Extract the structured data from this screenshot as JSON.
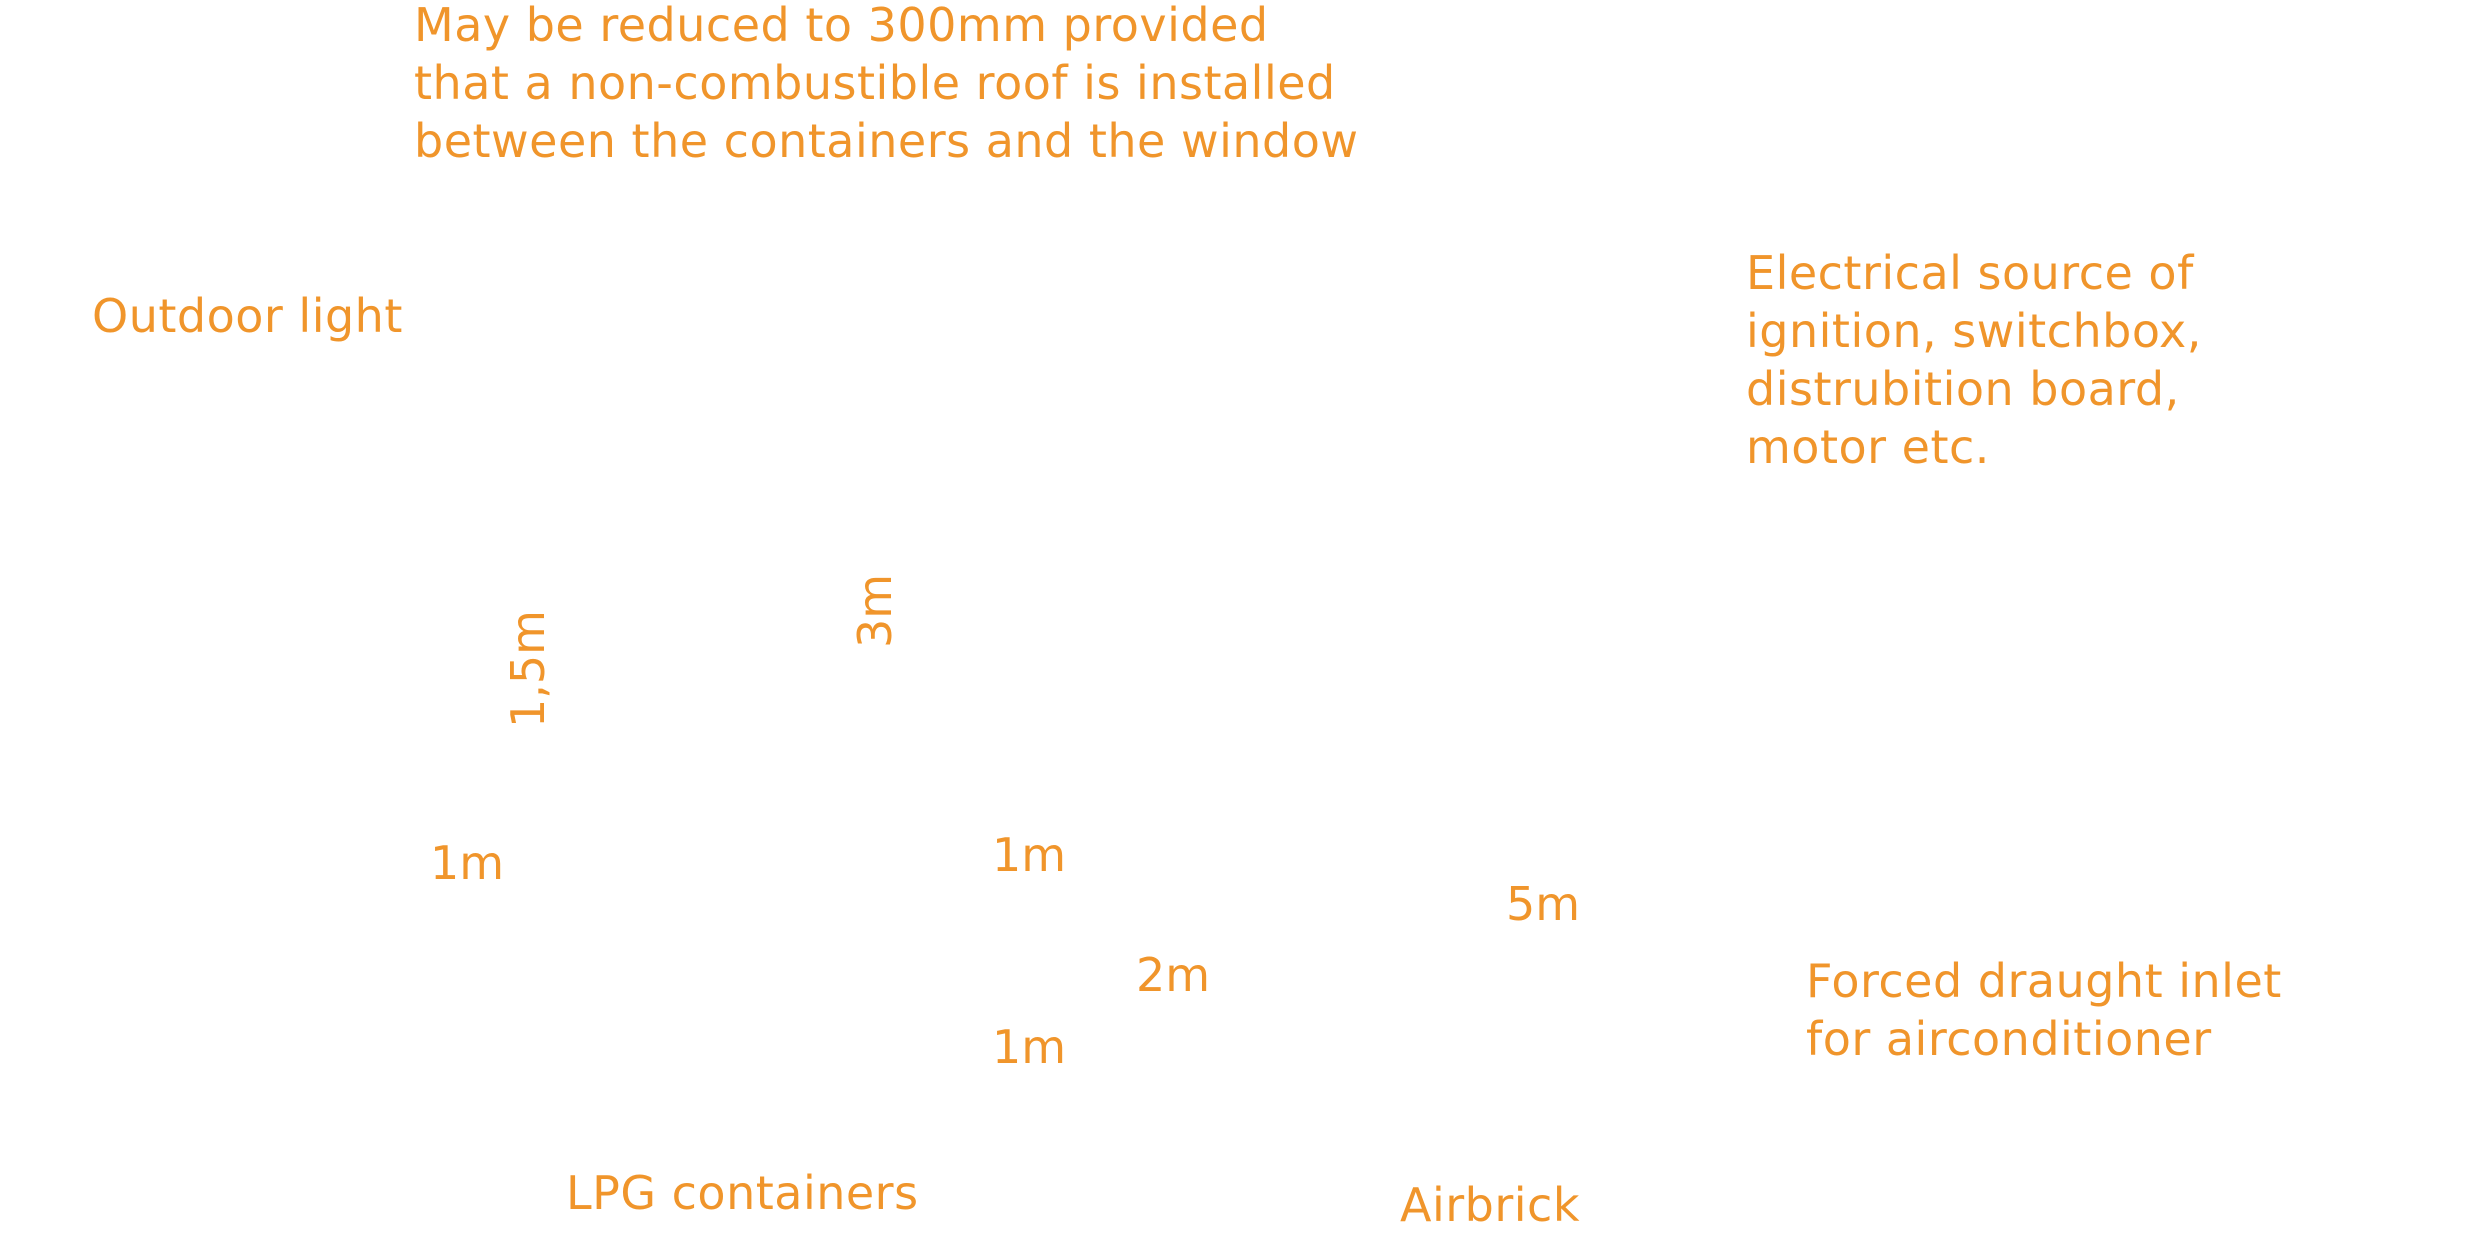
{
  "diagram": {
    "text_color": "#f0952b",
    "notes": {
      "roof_note_line1": "May be reduced to 300mm provided",
      "roof_note_line2": "that a non-combustible roof is installed",
      "roof_note_line3": "between the containers and the window",
      "outdoor_light": "Outdoor light",
      "electrical_line1": "Electrical source of",
      "electrical_line2": "ignition, switchbox,",
      "electrical_line3": "distrubition board,",
      "electrical_line4": "motor etc.",
      "forced_draught_line1": "Forced draught inlet",
      "forced_draught_line2": "for airconditioner",
      "lpg_containers": "LPG containers",
      "airbrick": "Airbrick"
    },
    "dimensions": {
      "d_1_5m_vertical": "1,5m",
      "d_3m_vertical": "3m",
      "d_1m_left": "1m",
      "d_1m_center": "1m",
      "d_5m": "5m",
      "d_2m": "2m",
      "d_1m_lower": "1m"
    }
  }
}
